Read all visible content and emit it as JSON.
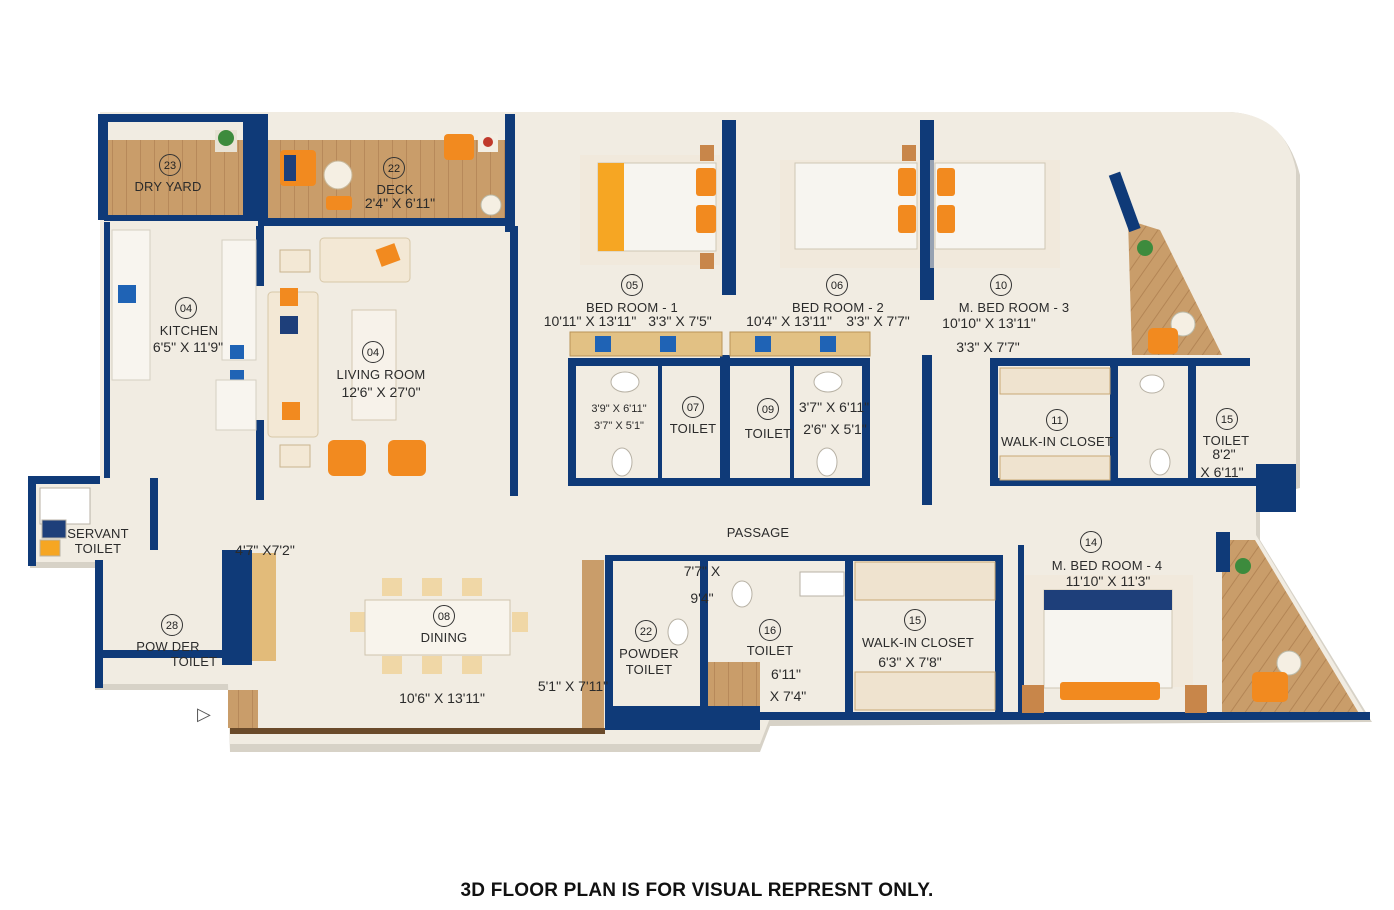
{
  "rooms": {
    "dry_yard": {
      "num": "23",
      "name": "DRY YARD"
    },
    "deck": {
      "num": "22",
      "name": "DECK",
      "dim": "2'4\" X 6'11\""
    },
    "kitchen": {
      "num": "04",
      "name": "KITCHEN",
      "dim": "6'5\" X 11'9\""
    },
    "living": {
      "num": "04",
      "name": "LIVING ROOM",
      "dim": "12'6\" X 27'0\""
    },
    "bed1": {
      "num": "05",
      "name": "BED ROOM - 1",
      "dim": "10'11\" X 13'11\"",
      "dim2": "3'3\" X 7'5\""
    },
    "bed2": {
      "num": "06",
      "name": "BED ROOM - 2",
      "dim": "10'4\" X 13'11\"",
      "dim2": "3'3\" X 7'7\""
    },
    "bed3": {
      "num": "10",
      "name": "M. BED ROOM - 3",
      "dim": "10'10\" X 13'11\"",
      "dim2": "3'3\" X 7'7\""
    },
    "toilet07": {
      "num": "07",
      "name": "TOILET",
      "dim": "3'9\" X 6'11\"",
      "dim2": "3'7\" X 5'1\""
    },
    "toilet09": {
      "num": "09",
      "name": "TOILET",
      "dim": "3'7\" X 6'11\"",
      "dim2": "2'6\" X 5'1\""
    },
    "walkin11": {
      "num": "11",
      "name": "WALK-IN CLOSET"
    },
    "toilet15a": {
      "num": "15",
      "name": "TOILET",
      "dim": "8'2\"",
      "dim2": "X 6'11\""
    },
    "servant": {
      "name": "SERVANT",
      "name2": "TOILET"
    },
    "powder28": {
      "num": "28",
      "name": "POW DER",
      "name2": "TOILET"
    },
    "lobby_dim": "4'7\" X7'2\"",
    "dining": {
      "num": "08",
      "name": "DINING",
      "dim": "10'6\" X 13'11\""
    },
    "passage": {
      "name": "PASSAGE"
    },
    "foyer_dim": "5'1\" X 7'11\"",
    "powder22": {
      "num": "22",
      "name": "POWDER",
      "name2": "TOILET",
      "dim": "7'7\" X",
      "dim2": "9'4\""
    },
    "toilet16": {
      "num": "16",
      "name": "TOILET",
      "dim": "6'11\"",
      "dim2": "X 7'4\""
    },
    "walkin15": {
      "num": "15",
      "name": "WALK-IN CLOSET",
      "dim": "6'3\" X 7'8\""
    },
    "bed4": {
      "num": "14",
      "name": "M. BED ROOM - 4",
      "dim": "11'10\" X 11'3\""
    }
  },
  "caption": "3D FLOOR PLAN IS FOR VISUAL REPRESNT ONLY.",
  "colors": {
    "wall": "#0f3a78",
    "floor": "#f1ece2",
    "wood": "#c89b66",
    "accent_orange": "#f28a1f",
    "bed_white": "#f7f5f0"
  }
}
